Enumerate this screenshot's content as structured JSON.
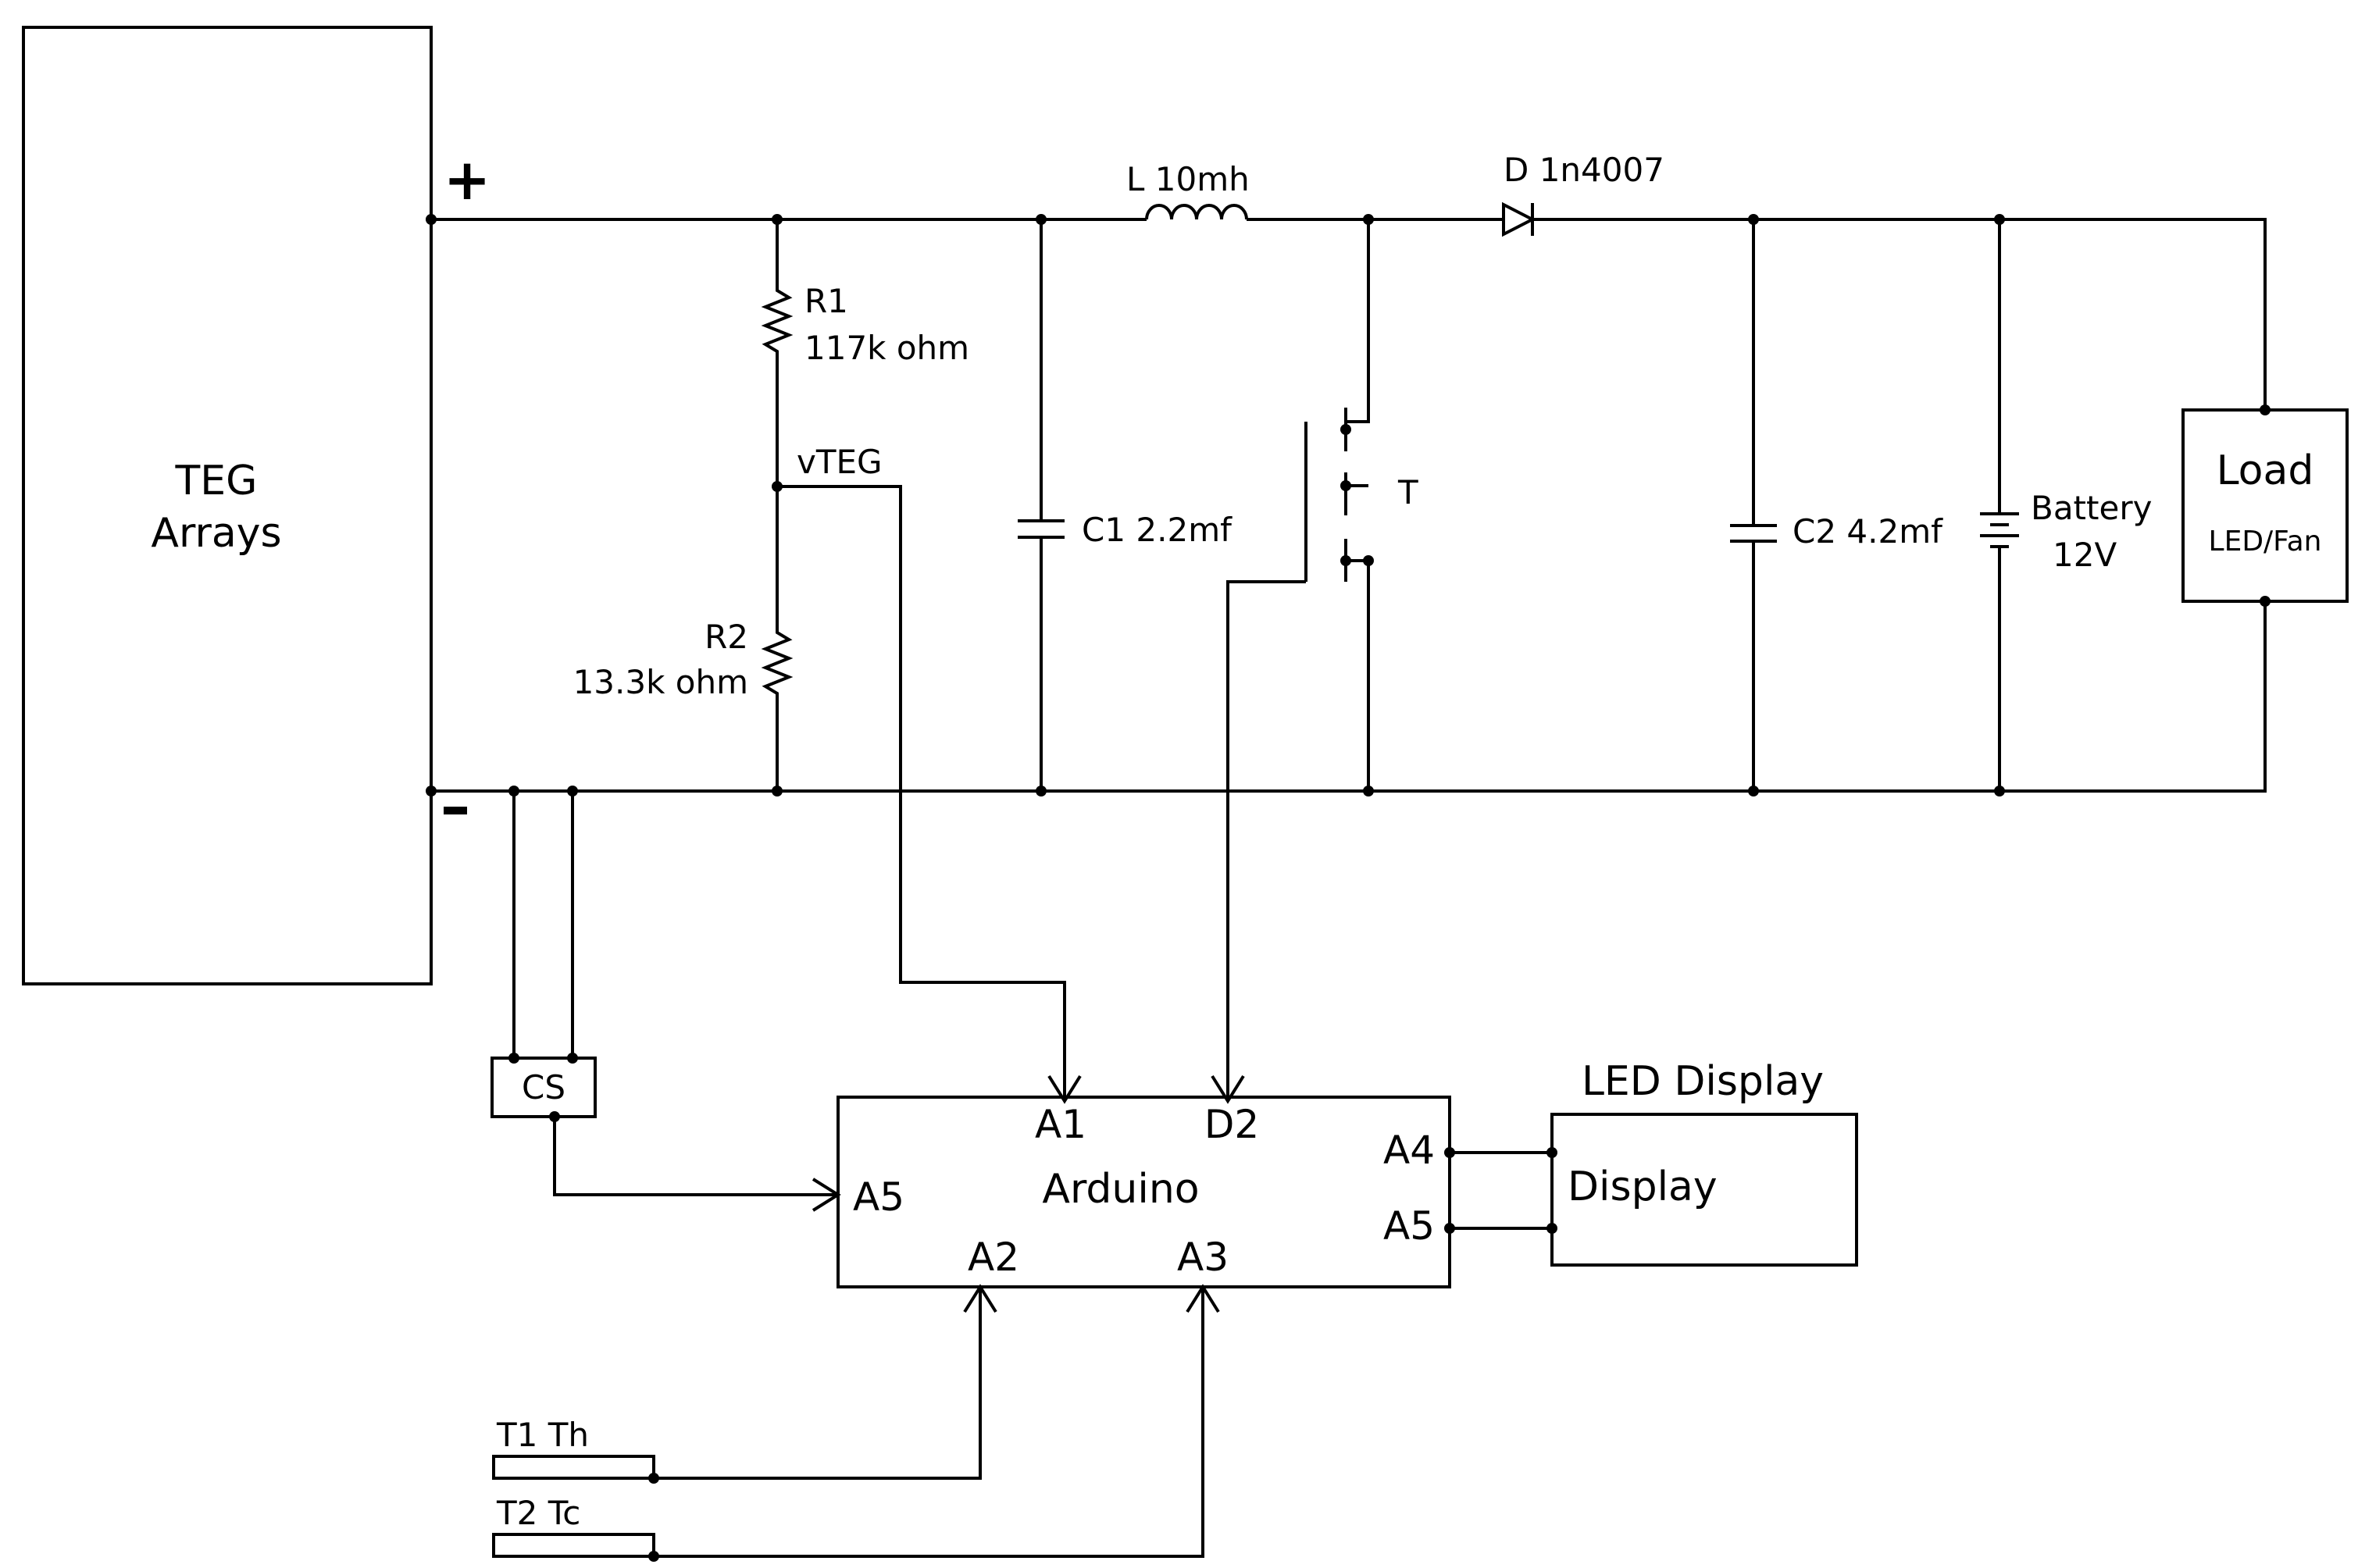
{
  "teg": {
    "line1": "TEG",
    "line2": "Arrays",
    "plus": "+",
    "minus": "-"
  },
  "components": {
    "r1_name": "R1",
    "r1_value": "117k ohm",
    "r2_name": "R2",
    "r2_value": "13.3k ohm",
    "vteg": "vTEG",
    "c1": "C1  2.2mf",
    "inductor": "L  10mh",
    "diode": "D  1n4007",
    "transistor": "T",
    "c2": "C2  4.2mf",
    "battery_line1": "Battery",
    "battery_line2": "12V",
    "load_title": "Load",
    "load_sub": "LED/Fan",
    "cs": "CS"
  },
  "arduino": {
    "title": "Arduino",
    "pin_a1": "A1",
    "pin_d2": "D2",
    "pin_a5_left": "A5",
    "pin_a2": "A2",
    "pin_a3": "A3",
    "pin_a4": "A4",
    "pin_a5_right": "A5"
  },
  "led_display": {
    "heading": "LED Display",
    "label": "Display"
  },
  "sensors": {
    "t1": "T1  Th",
    "t2": "T2  Tc"
  }
}
